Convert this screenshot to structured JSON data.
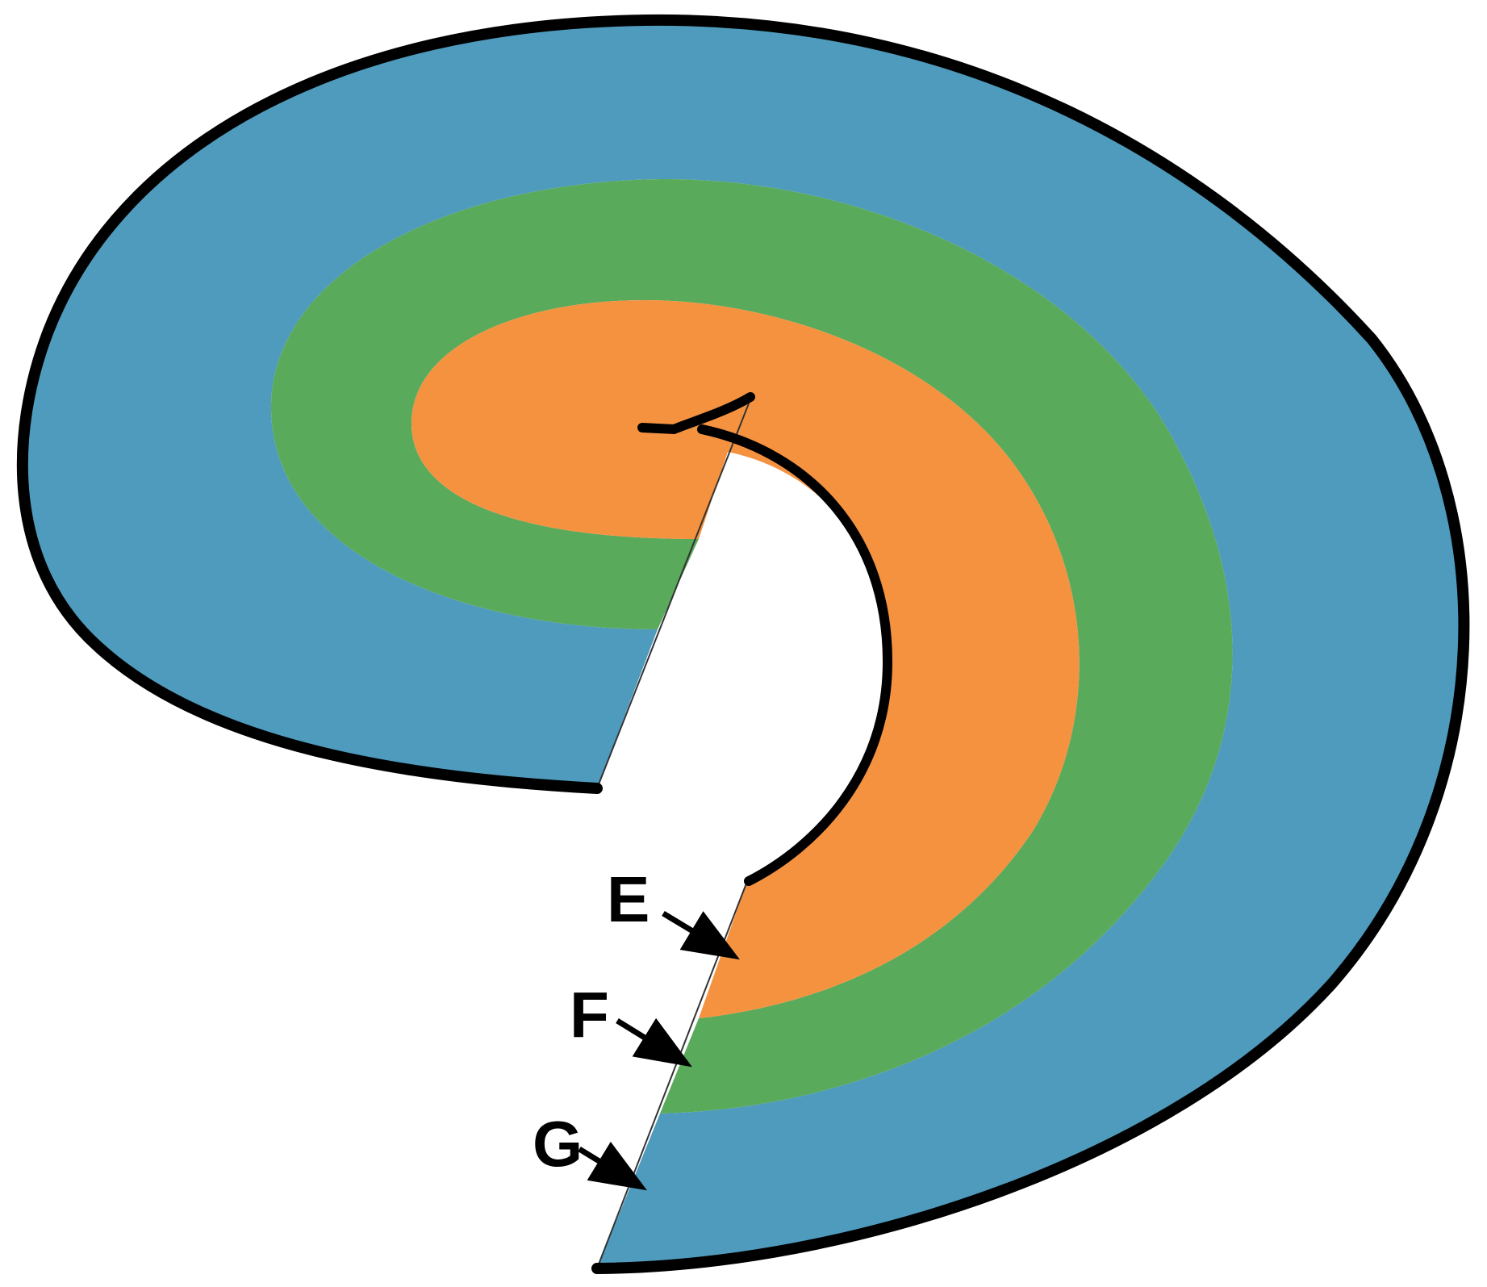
{
  "diagram": {
    "colors": {
      "outer_layer": "#4e9bbd",
      "middle_layer": "#5aaa5c",
      "inner_layer": "#f59240",
      "outline": "#000000",
      "background": "#ffffff"
    },
    "labels": [
      {
        "id": "E",
        "text": "E",
        "points_to": "inner_layer"
      },
      {
        "id": "F",
        "text": "F",
        "points_to": "middle_layer"
      },
      {
        "id": "G",
        "text": "G",
        "points_to": "outer_layer"
      }
    ]
  }
}
